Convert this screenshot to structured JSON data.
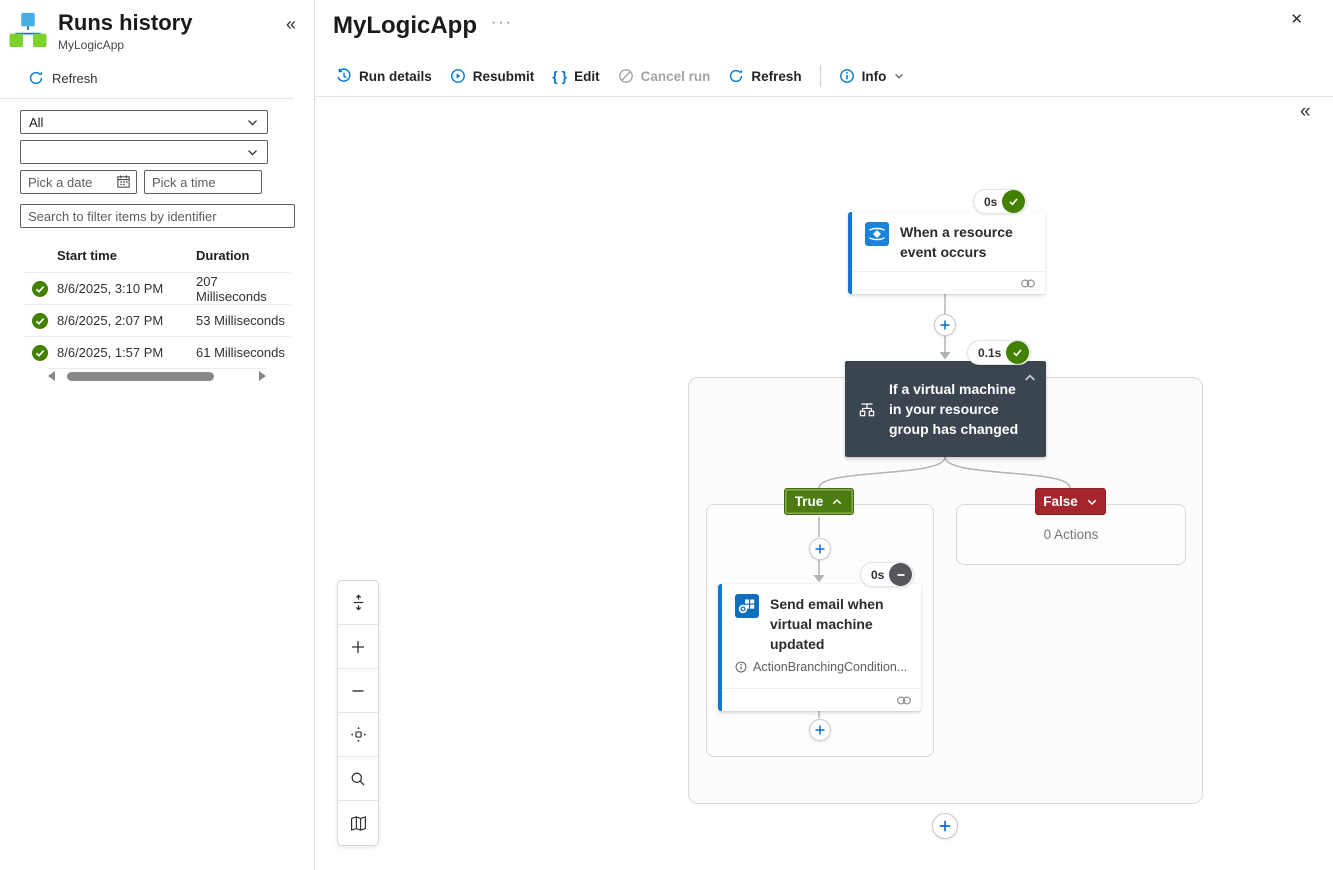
{
  "colors": {
    "accent": "#0078d4",
    "success_green": "#428000",
    "condition_dark": "#3b4550",
    "true_green": "#4c7c10",
    "false_red": "#a4262c",
    "card_stripe_blue": "#1077d3"
  },
  "glyphs": {
    "collapse": "«",
    "close": "✕",
    "more_ellipsis": "···",
    "edit_braces": "{ }"
  },
  "left_panel": {
    "title": "Runs history",
    "subtitle": "MyLogicApp",
    "refresh_label": "Refresh",
    "filters": {
      "status_filter_value": "All",
      "second_filter_value": "",
      "date_placeholder": "Pick a date",
      "time_placeholder": "Pick a time",
      "search_placeholder": "Search to filter items by identifier"
    },
    "table": {
      "columns": [
        "Start time",
        "Duration"
      ],
      "rows": [
        {
          "status": "succeeded",
          "start_time": "8/6/2025, 3:10 PM",
          "duration": "207 Milliseconds"
        },
        {
          "status": "succeeded",
          "start_time": "8/6/2025, 2:07 PM",
          "duration": "53 Milliseconds"
        },
        {
          "status": "succeeded",
          "start_time": "8/6/2025, 1:57 PM",
          "duration": "61 Milliseconds"
        }
      ]
    }
  },
  "main": {
    "title": "MyLogicApp",
    "toolbar": {
      "run_details": "Run details",
      "resubmit": "Resubmit",
      "edit": "Edit",
      "cancel_run": "Cancel run",
      "refresh": "Refresh",
      "info": "Info"
    },
    "workflow": {
      "trigger": {
        "title": "When a resource event occurs",
        "duration_badge": "0s",
        "status": "succeeded"
      },
      "condition": {
        "title": "If a virtual machine in your resource group has changed",
        "duration_badge": "0.1s",
        "status": "succeeded"
      },
      "true_branch": {
        "label": "True",
        "action": {
          "title": "Send email when virtual machine updated",
          "note": "ActionBranchingCondition...",
          "duration_badge": "0s",
          "status": "skipped"
        }
      },
      "false_branch": {
        "label": "False",
        "empty_text": "0 Actions"
      }
    }
  }
}
